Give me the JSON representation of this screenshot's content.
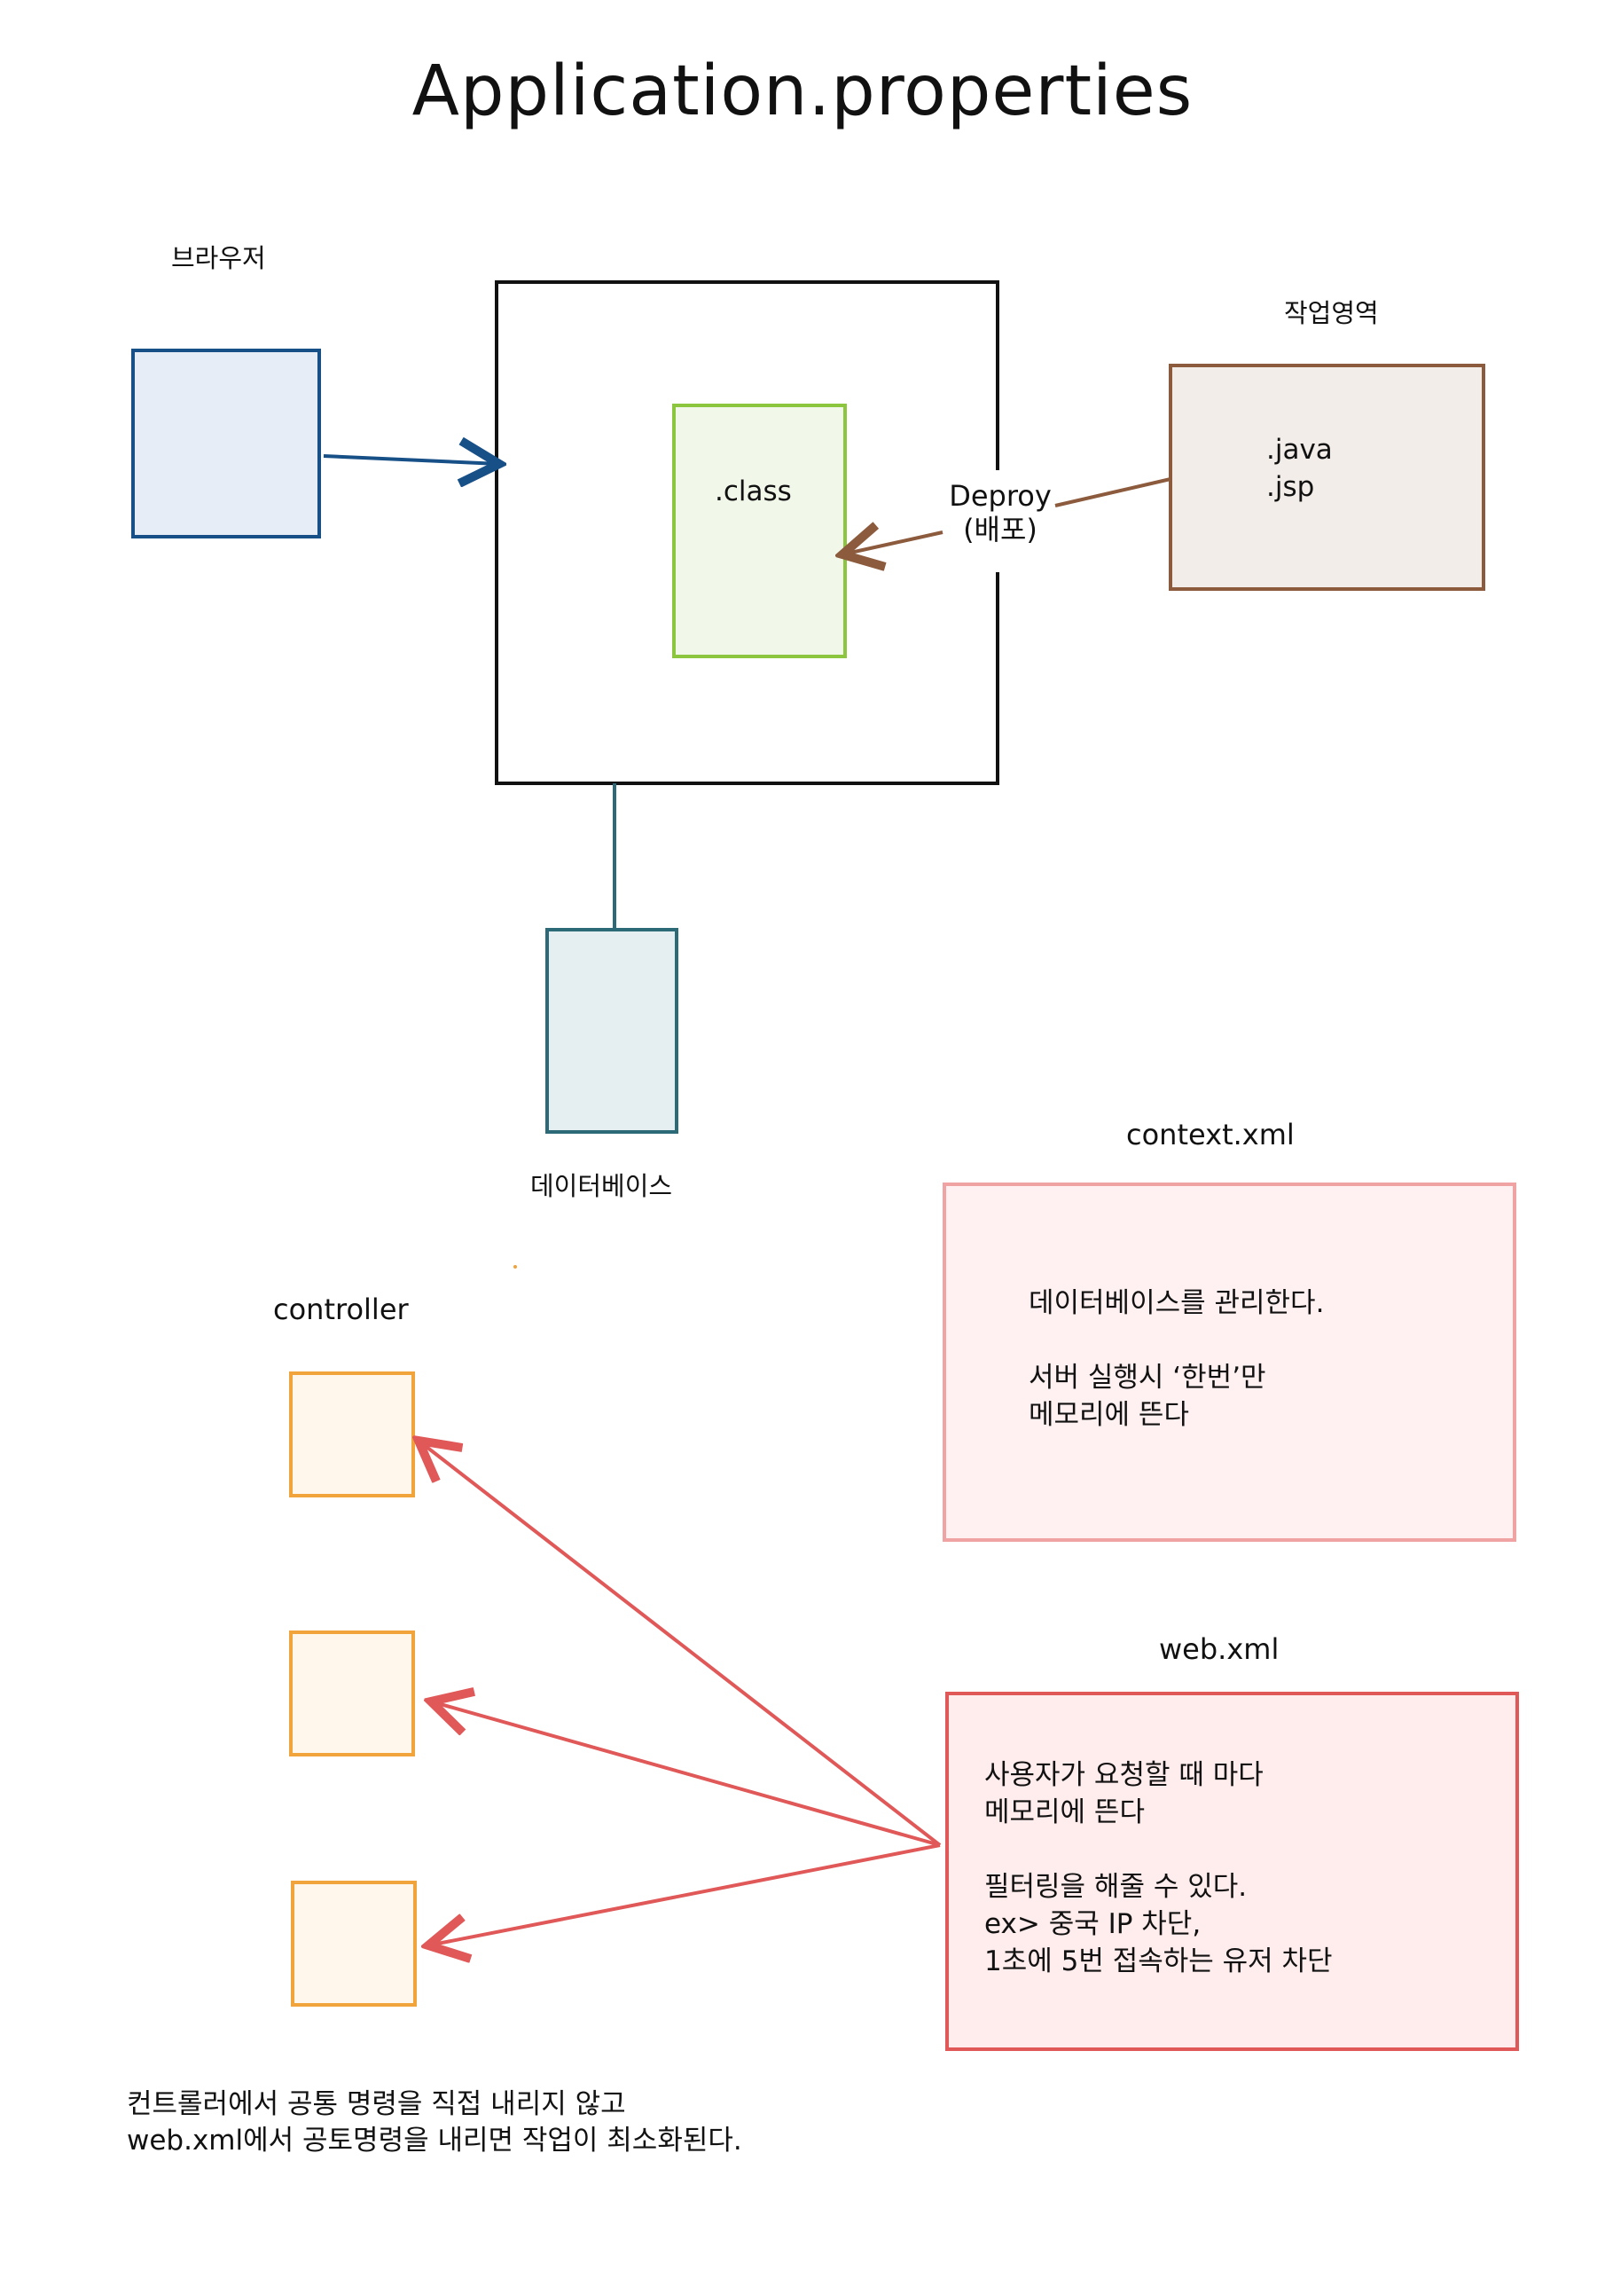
{
  "title": "Application.properties",
  "labels": {
    "browser": "브라우저",
    "workspace": "작업영역",
    "database": "데이터베이스",
    "context_xml": "context.xml",
    "web_xml": "web.xml",
    "controller": "controller",
    "deploy": "Deproy\n(배포)"
  },
  "boxes": {
    "class_text": ".class",
    "workspace_text": ".java\n.jsp",
    "context_text": "데이터베이스를 관리한다.\n\n서버 실행시 ‘한번’만\n메모리에 뜬다",
    "web_text": "사용자가 요청할 때 마다\n메모리에 뜬다\n\n필터링을 해줄 수 있다.\nex> 중국 IP 차단,\n       1초에 5번 접속하는 유저 차단"
  },
  "footer": "컨트롤러에서 공통 명령을 직접 내리지 않고\nweb.xml에서 공토명령을 내리면 작업이 최소화된다.",
  "colors": {
    "browser_stroke": "#174f87",
    "browser_fill": "#e6edf6",
    "server_stroke": "#111111",
    "class_stroke": "#8cc63f",
    "class_fill": "#f1f8ea",
    "workspace_stroke": "#8c5a3c",
    "workspace_fill": "#f2ede8",
    "database_stroke": "#2d6a78",
    "database_fill": "#e5eef0",
    "context_stroke": "#f0a3a3",
    "context_fill": "#fff1f1",
    "web_stroke": "#e05858",
    "web_fill": "#ffecec",
    "controller_stroke": "#f0a43b",
    "controller_fill": "#fff6ec",
    "arrow_blue": "#174f87",
    "arrow_brown": "#8c5a3c",
    "arrow_red": "#e05858"
  }
}
